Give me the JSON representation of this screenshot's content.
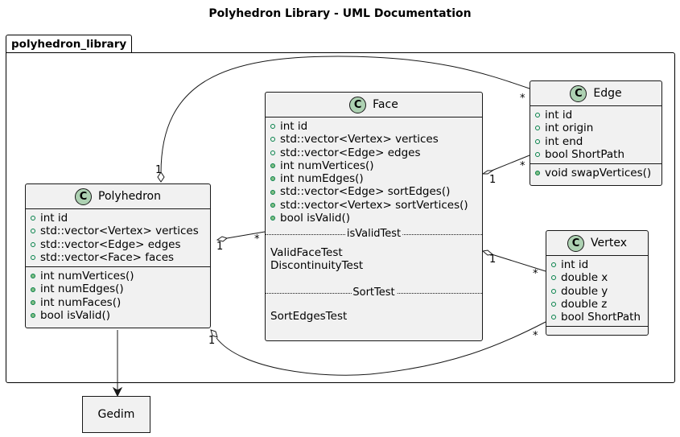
{
  "diagram": {
    "title": "Polyhedron Library - UML Documentation",
    "package": "polyhedron_library",
    "external": "Gedim",
    "classes": {
      "polyhedron": {
        "name": "Polyhedron",
        "stereotype": "C",
        "attributes": [
          "int id",
          "std::vector<Vertex> vertices",
          "std::vector<Edge> edges",
          "std::vector<Face> faces"
        ],
        "methods": [
          "int numVertices()",
          "int numEdges()",
          "int numFaces()",
          "bool isValid()"
        ]
      },
      "face": {
        "name": "Face",
        "stereotype": "C",
        "attributes": [
          "int id",
          "std::vector<Vertex> vertices",
          "std::vector<Edge> edges",
          "int numVertices()",
          "int numEdges()",
          "std::vector<Edge> sortEdges()",
          "std::vector<Vertex> sortVertices()",
          "bool isValid()"
        ],
        "sections": [
          {
            "title": "isValidTest",
            "items": [
              "ValidFaceTest",
              "DiscontinuityTest"
            ]
          },
          {
            "title": "SortTest",
            "items": [
              "SortEdgesTest"
            ]
          }
        ]
      },
      "edge": {
        "name": "Edge",
        "stereotype": "C",
        "attributes": [
          "int id",
          "int origin",
          "int end",
          "bool ShortPath"
        ],
        "methods": [
          "void swapVertices()"
        ]
      },
      "vertex": {
        "name": "Vertex",
        "stereotype": "C",
        "attributes": [
          "int id",
          "double x",
          "double y",
          "double z",
          "bool ShortPath"
        ]
      }
    },
    "multiplicities": {
      "poly_edge_one": "1",
      "poly_edge_many": "*",
      "poly_face_one": "1",
      "poly_face_many": "*",
      "poly_vertex_one": "1",
      "poly_vertex_many": "*",
      "face_edge_one": "1",
      "face_edge_many": "*",
      "face_vertex_one": "1",
      "face_vertex_many": "*"
    }
  }
}
